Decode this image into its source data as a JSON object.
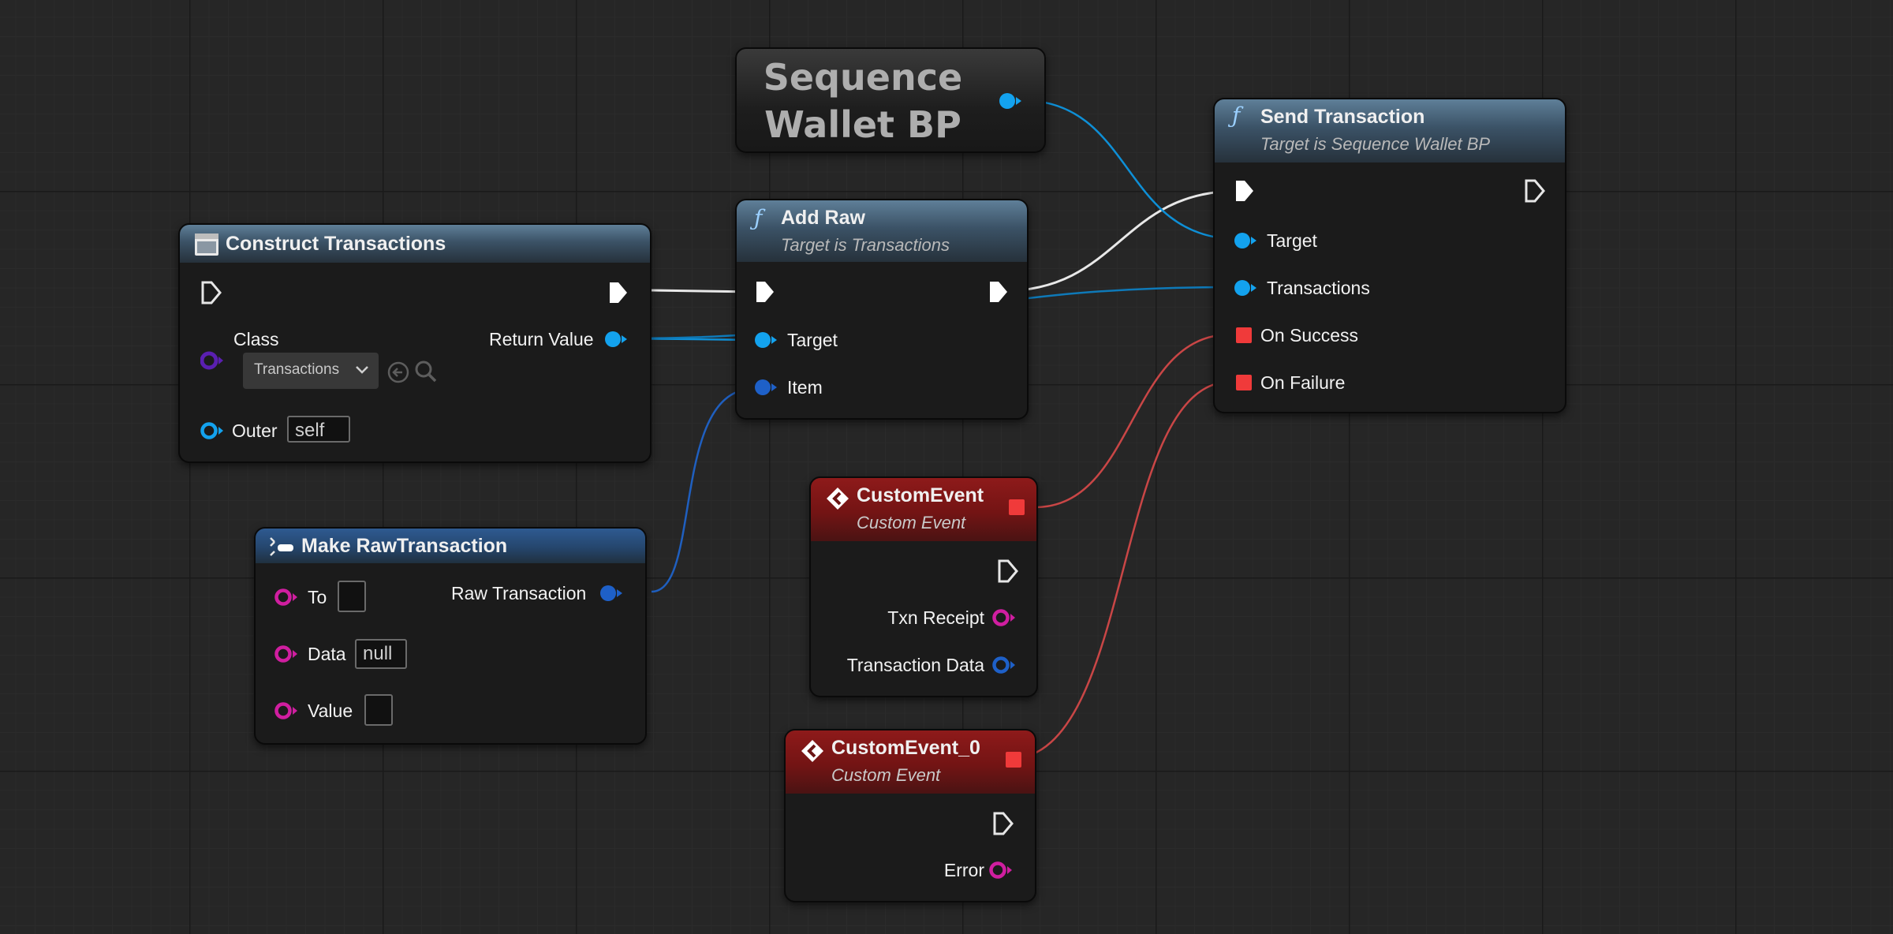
{
  "nodes": {
    "sequence_wallet": {
      "title": "Sequence Wallet BP"
    },
    "construct_transactions": {
      "title": "Construct Transactions",
      "class_label": "Class",
      "class_value": "Transactions",
      "outer_label": "Outer",
      "outer_value": "self",
      "return_label": "Return Value"
    },
    "add_raw": {
      "title": "Add Raw",
      "subtitle": "Target is Transactions",
      "target_label": "Target",
      "item_label": "Item"
    },
    "send_transaction": {
      "title": "Send Transaction",
      "subtitle": "Target is Sequence Wallet BP",
      "target_label": "Target",
      "transactions_label": "Transactions",
      "on_success_label": "On Success",
      "on_failure_label": "On Failure"
    },
    "make_raw_transaction": {
      "title": "Make RawTransaction",
      "to_label": "To",
      "to_value": "",
      "data_label": "Data",
      "data_value": "null",
      "value_label": "Value",
      "value_value": "",
      "output_label": "Raw Transaction"
    },
    "custom_event": {
      "title": "CustomEvent",
      "subtitle": "Custom Event",
      "receipt_label": "Txn Receipt",
      "data_label": "Transaction Data"
    },
    "custom_event_0": {
      "title": "CustomEvent_0",
      "subtitle": "Custom Event",
      "error_label": "Error"
    }
  },
  "colors": {
    "background": "#262626",
    "object_pin": "#13a2ee",
    "struct_pin": "#1e60c8",
    "string_pin": "#d01ea0",
    "class_pin": "#5a1fb0",
    "delegate_pin": "#f03a3a",
    "exec_pin": "#ffffff"
  },
  "icons": [
    "function-icon",
    "construct-icon",
    "make-struct-icon",
    "custom-event-icon",
    "use-selected-asset-icon",
    "browse-icon",
    "chevron-down-icon"
  ]
}
